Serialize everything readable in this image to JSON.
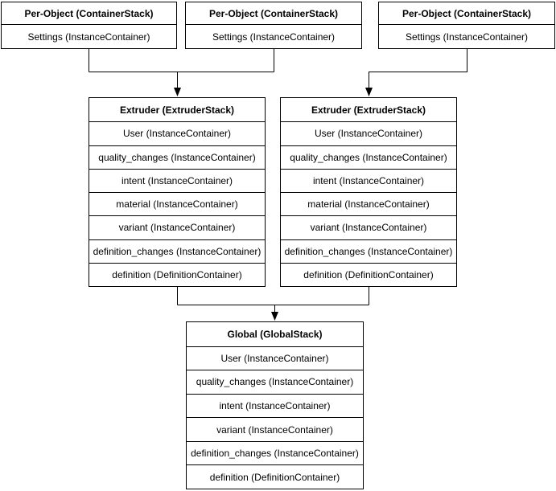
{
  "diagram": {
    "colors": {
      "background": "#ffffff",
      "border": "#000000",
      "text": "#000000"
    },
    "per_object_stacks": [
      {
        "title": "Per-Object (ContainerStack)",
        "rows": [
          "Settings (InstanceContainer)"
        ]
      },
      {
        "title": "Per-Object (ContainerStack)",
        "rows": [
          "Settings (InstanceContainer)"
        ]
      },
      {
        "title": "Per-Object (ContainerStack)",
        "rows": [
          "Settings (InstanceContainer)"
        ]
      }
    ],
    "extruder_stacks": [
      {
        "title": "Extruder (ExtruderStack)",
        "rows": [
          "User (InstanceContainer)",
          "quality_changes (InstanceContainer)",
          "intent (InstanceContainer)",
          "material (InstanceContainer)",
          "variant (InstanceContainer)",
          "definition_changes (InstanceContainer)",
          "definition (DefinitionContainer)"
        ]
      },
      {
        "title": "Extruder (ExtruderStack)",
        "rows": [
          "User (InstanceContainer)",
          "quality_changes (InstanceContainer)",
          "intent (InstanceContainer)",
          "material (InstanceContainer)",
          "variant (InstanceContainer)",
          "definition_changes (InstanceContainer)",
          "definition (DefinitionContainer)"
        ]
      }
    ],
    "global_stack": {
      "title": "Global (GlobalStack)",
      "rows": [
        "User (InstanceContainer)",
        "quality_changes (InstanceContainer)",
        "intent (InstanceContainer)",
        "variant (InstanceContainer)",
        "definition_changes (InstanceContainer)",
        "definition (DefinitionContainer)"
      ]
    },
    "edges": [
      {
        "from": [
          "per-object-stack-1",
          "per-object-stack-2"
        ],
        "to": "extruder-stack-1"
      },
      {
        "from": [
          "per-object-stack-3"
        ],
        "to": "extruder-stack-2"
      },
      {
        "from": [
          "extruder-stack-1",
          "extruder-stack-2"
        ],
        "to": "global-stack"
      }
    ]
  }
}
